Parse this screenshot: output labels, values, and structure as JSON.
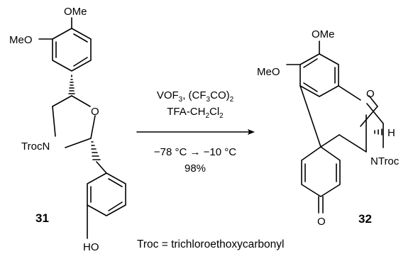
{
  "reactant": {
    "number": "31",
    "labels": {
      "ome_top": "OMe",
      "meo_left": "MeO",
      "ring_o": "O",
      "nitrogen": "TrocN",
      "phenol": "HO"
    }
  },
  "product": {
    "number": "32",
    "labels": {
      "ome_top": "OMe",
      "meo_left": "MeO",
      "bridge_o": "O",
      "hydrogen": "H",
      "nitrogen": "NTroc",
      "carbonyl_o": "O"
    }
  },
  "conditions": {
    "line1": {
      "pre": "VOF",
      "sub1": "3",
      "mid": ", (CF",
      "sub2": "3",
      "post": "CO)",
      "sub3": "2"
    },
    "line2": {
      "pre": "TFA-CH",
      "sub1": "2",
      "mid": "Cl",
      "sub2": "2"
    },
    "line3": "−78 °C → −10 °C",
    "line4": "98%"
  },
  "footnote": "Troc = trichloroethoxycarbonyl"
}
